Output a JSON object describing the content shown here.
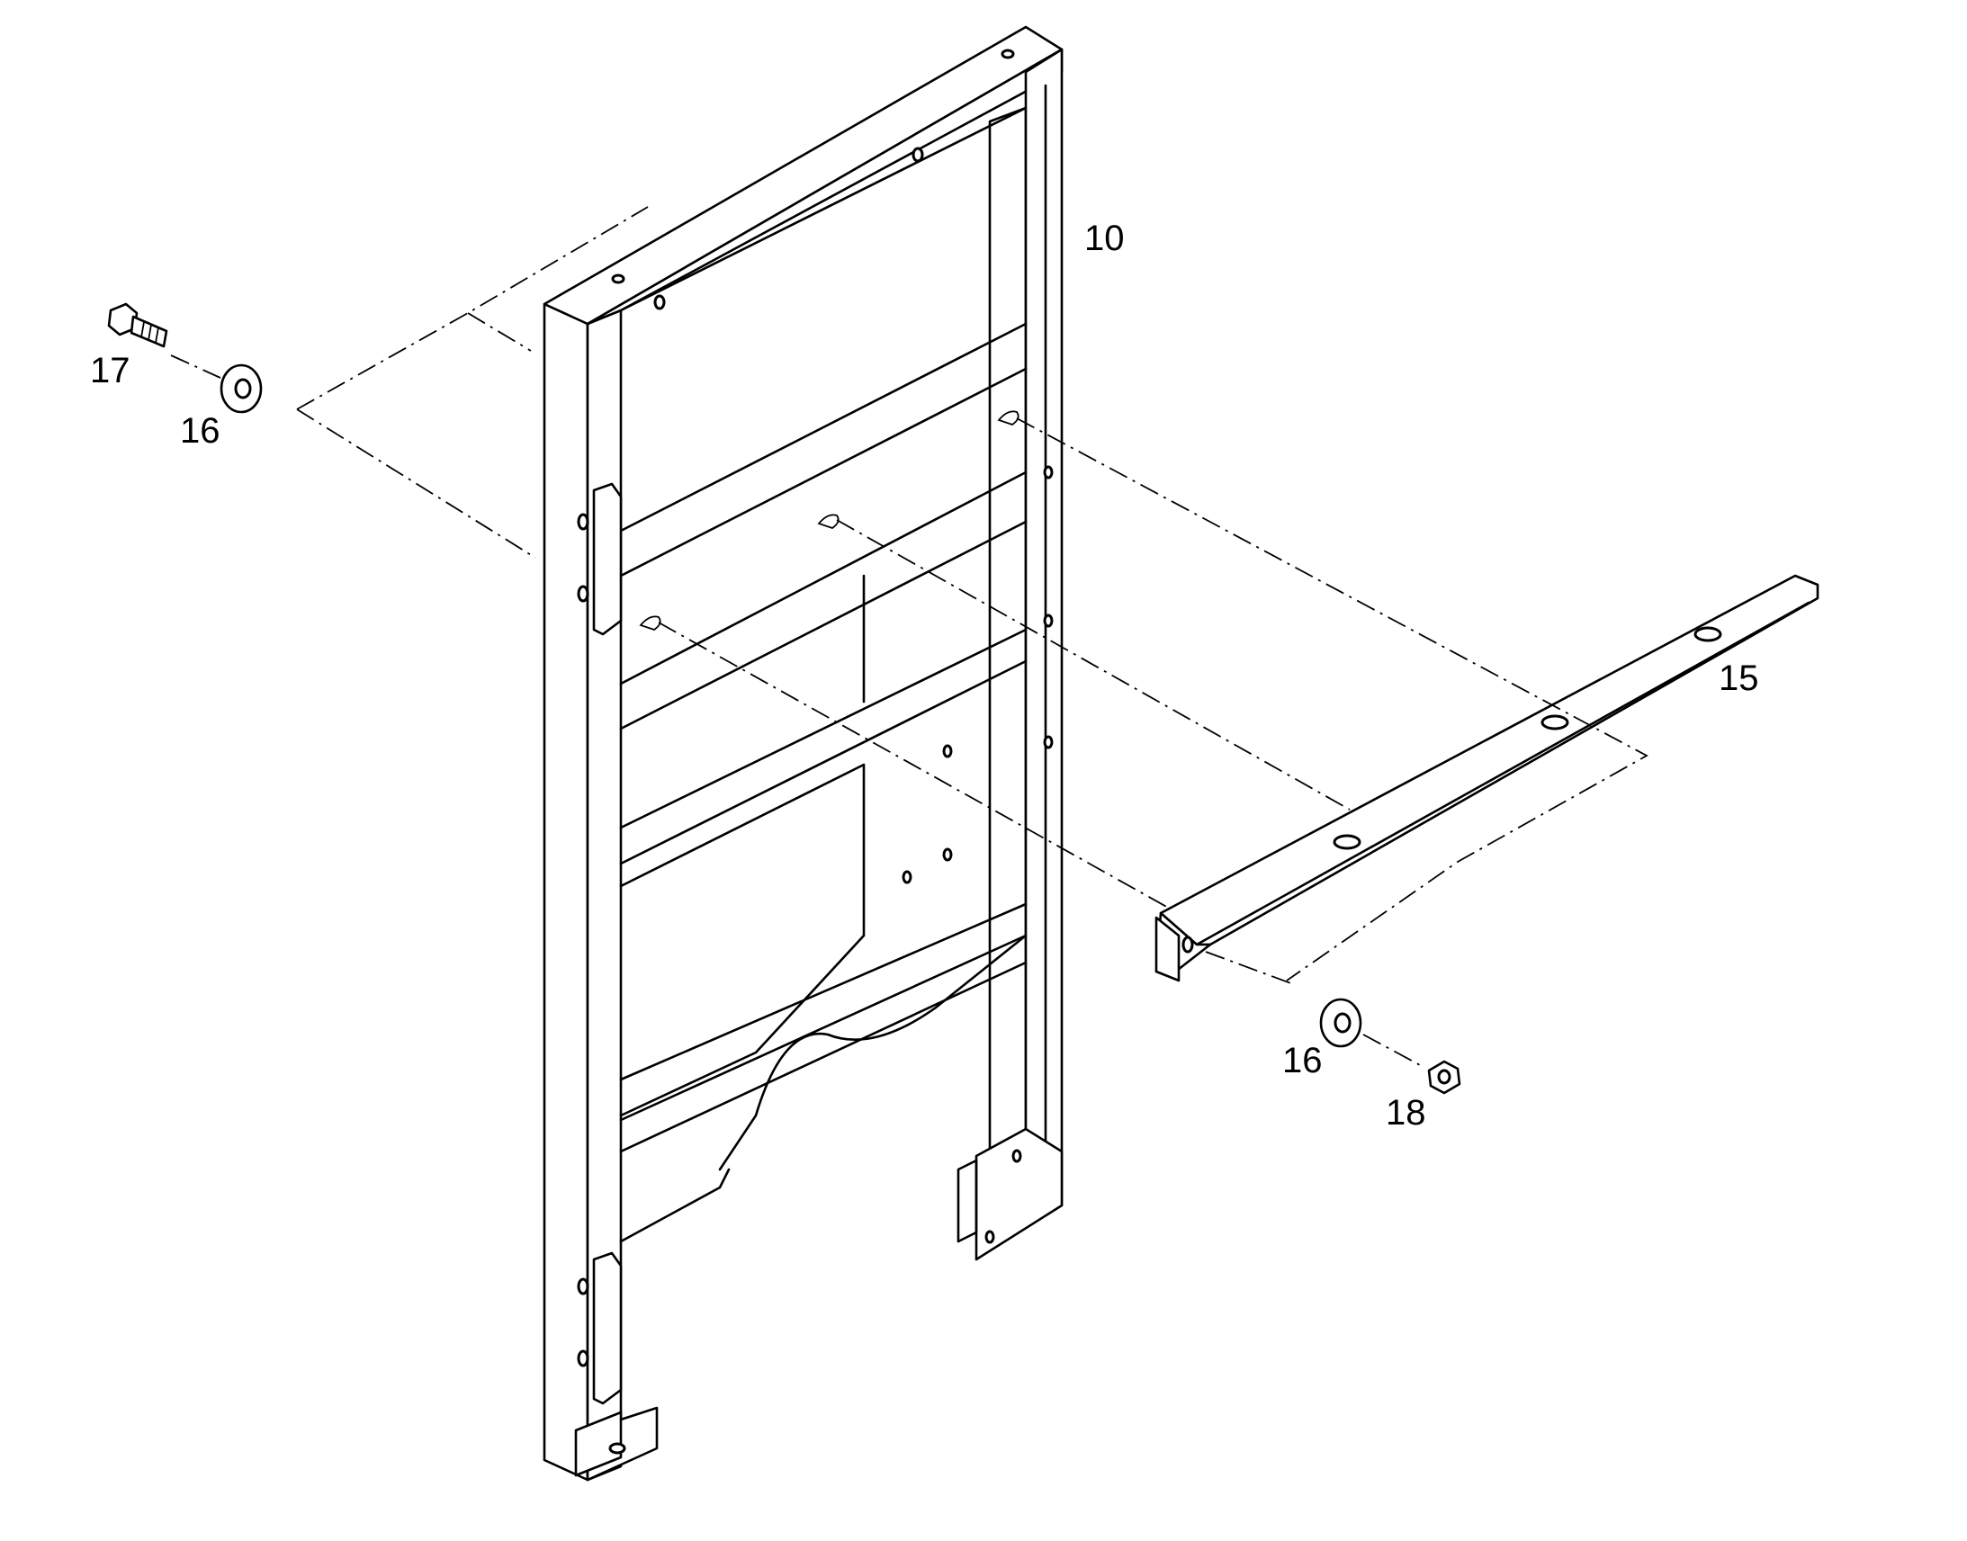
{
  "callouts": {
    "frame": "10",
    "bracket": "15",
    "washer_left": "16",
    "washer_right": "16",
    "bolt": "17",
    "nut": "18"
  }
}
